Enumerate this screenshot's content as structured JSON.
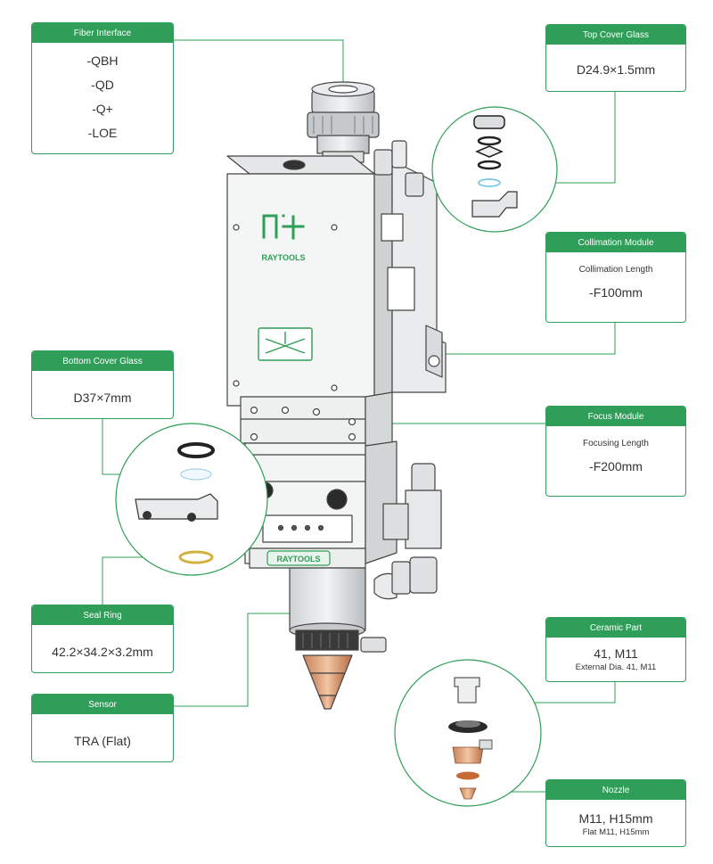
{
  "brand": {
    "logo_text": "RAYTOOLS",
    "plate_text": "RAYTOOLS",
    "accent_color": "#2f9e58"
  },
  "callouts": {
    "fiber_interface": {
      "title": "Fiber Interface",
      "lines": [
        "-QBH",
        "-QD",
        "-Q+",
        "-LOE"
      ]
    },
    "top_cover_glass": {
      "title": "Top Cover Glass",
      "value": "D24.9×1.5mm"
    },
    "collimation_module": {
      "title": "Collimation Module",
      "subtitle": "Collimation Length",
      "value": "-F100mm"
    },
    "bottom_cover_glass": {
      "title": "Bottom Cover Glass",
      "value": "D37×7mm"
    },
    "focus_module": {
      "title": "Focus Module",
      "subtitle": "Focusing Length",
      "value": "-F200mm"
    },
    "seal_ring": {
      "title": "Seal Ring",
      "value": "42.2×34.2×3.2mm"
    },
    "sensor": {
      "title": "Sensor",
      "value": "TRA (Flat)"
    },
    "ceramic_part": {
      "title": "Ceramic Part",
      "value": "41, M11",
      "subtitle": "External Dia. 41, M11"
    },
    "nozzle": {
      "title": "Nozzle",
      "value": "M11, H15mm",
      "subtitle": "Flat M11, H15mm"
    }
  }
}
